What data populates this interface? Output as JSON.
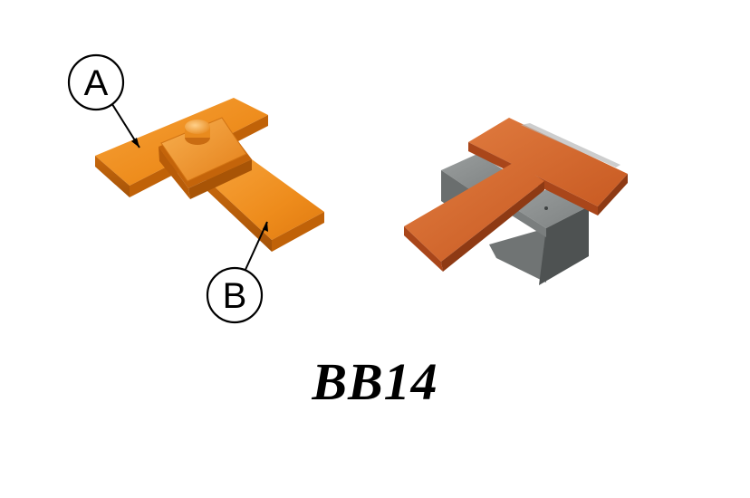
{
  "callouts": [
    {
      "letter": "A"
    },
    {
      "letter": "B"
    }
  ],
  "model_code": "BB14",
  "colors": {
    "copper_light": "#f0921e",
    "copper_mid": "#e07a10",
    "copper_dark": "#b85d0a",
    "rust_light": "#d8682c",
    "rust_dark": "#9a4218",
    "block_light": "#8a8e8e",
    "block_dark": "#5a5e5e"
  }
}
